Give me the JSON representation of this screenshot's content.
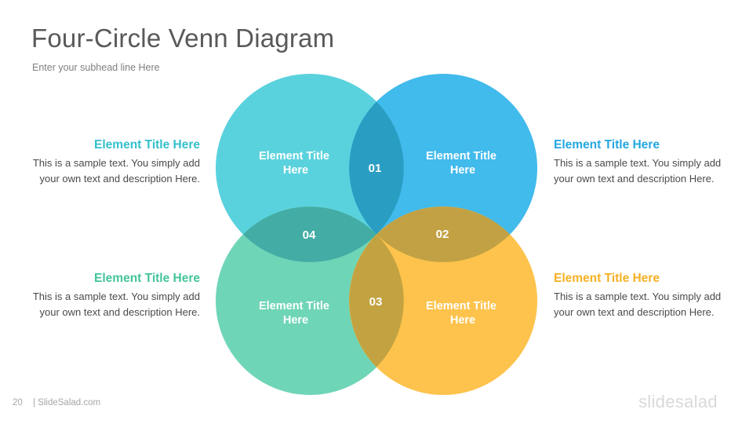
{
  "slide": {
    "title": "Four-Circle Venn Diagram",
    "subtitle": "Enter your subhead  line Here"
  },
  "venn": {
    "circles": [
      {
        "label_line1": "Element Title",
        "label_line2": "Here",
        "color": "#4DCFDA"
      },
      {
        "label_line1": "Element Title",
        "label_line2": "Here",
        "color": "#33B5EB"
      },
      {
        "label_line1": "Element Title",
        "label_line2": "Here",
        "color": "#64D2B1"
      },
      {
        "label_line1": "Element Title",
        "label_line2": "Here",
        "color": "#FDBE3E"
      }
    ],
    "overlaps": [
      "01",
      "02",
      "03",
      "04"
    ]
  },
  "blocks": {
    "top_left": {
      "title": "Element Title Here",
      "color": "#33BFCB",
      "text": "This is a sample text. You simply add your own text and description Here."
    },
    "bottom_left": {
      "title": "Element Title Here",
      "color": "#44C49C",
      "text": "This is a sample text. You simply add your own text and description Here."
    },
    "top_right": {
      "title": "Element Title Here",
      "color": "#23A7E0",
      "text": "This is a sample text. You simply add your own text and description Here."
    },
    "bottom_right": {
      "title": "Element Title Here",
      "color": "#F5B023",
      "text": "This is a sample text. You simply add your own text and description Here."
    }
  },
  "footer": {
    "page_number": "20",
    "site": "| SlideSalad.com",
    "logo": "slidesalad"
  }
}
